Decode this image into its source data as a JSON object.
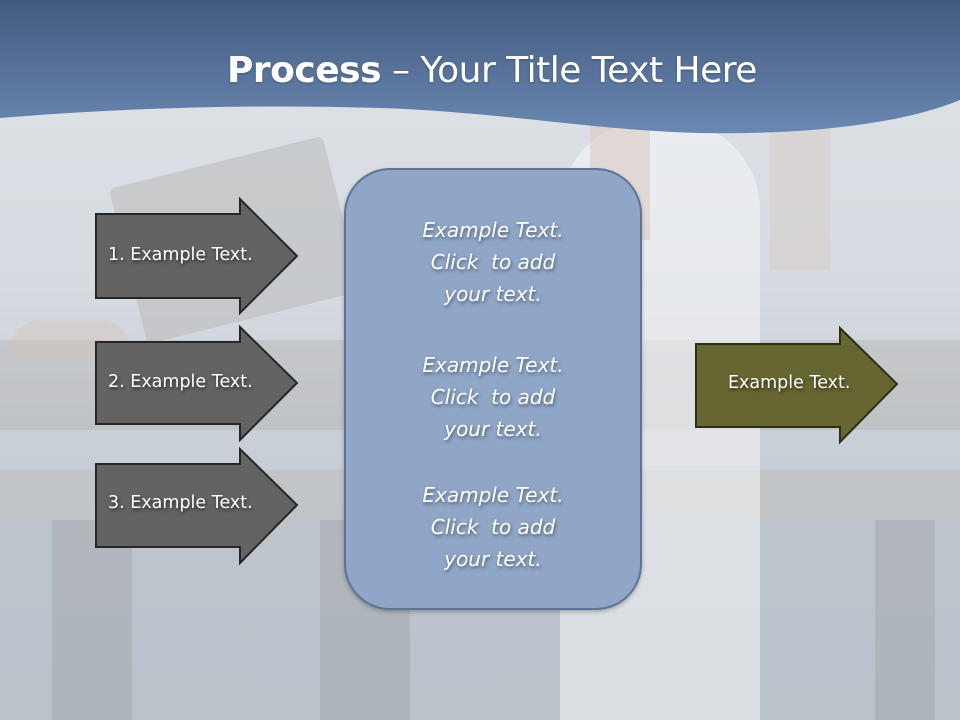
{
  "slide": {
    "title": {
      "bold": "Process",
      "rest": " – Your Title Text Here"
    },
    "left_arrows": [
      {
        "label": "1. Example Text."
      },
      {
        "label": "2. Example Text."
      },
      {
        "label": "3. Example Text."
      }
    ],
    "center_box": {
      "blocks": [
        {
          "line1": "Example Text.",
          "line2": "Click  to add",
          "line3": "your text."
        },
        {
          "line1": "Example Text.",
          "line2": "Click  to add",
          "line3": "your text."
        },
        {
          "line1": "Example Text.",
          "line2": "Click  to add",
          "line3": "your text."
        }
      ]
    },
    "right_arrow": {
      "label": "Example Text."
    },
    "colors": {
      "header_band": "#5a769f",
      "gray_arrow": "#636363",
      "gray_arrow_border": "#262626",
      "olive_arrow": "#666633",
      "olive_arrow_border": "#2e2e16",
      "center_box_fill": "#8fa6c6",
      "center_box_border": "#5f7394",
      "text": "#ffffff"
    }
  }
}
